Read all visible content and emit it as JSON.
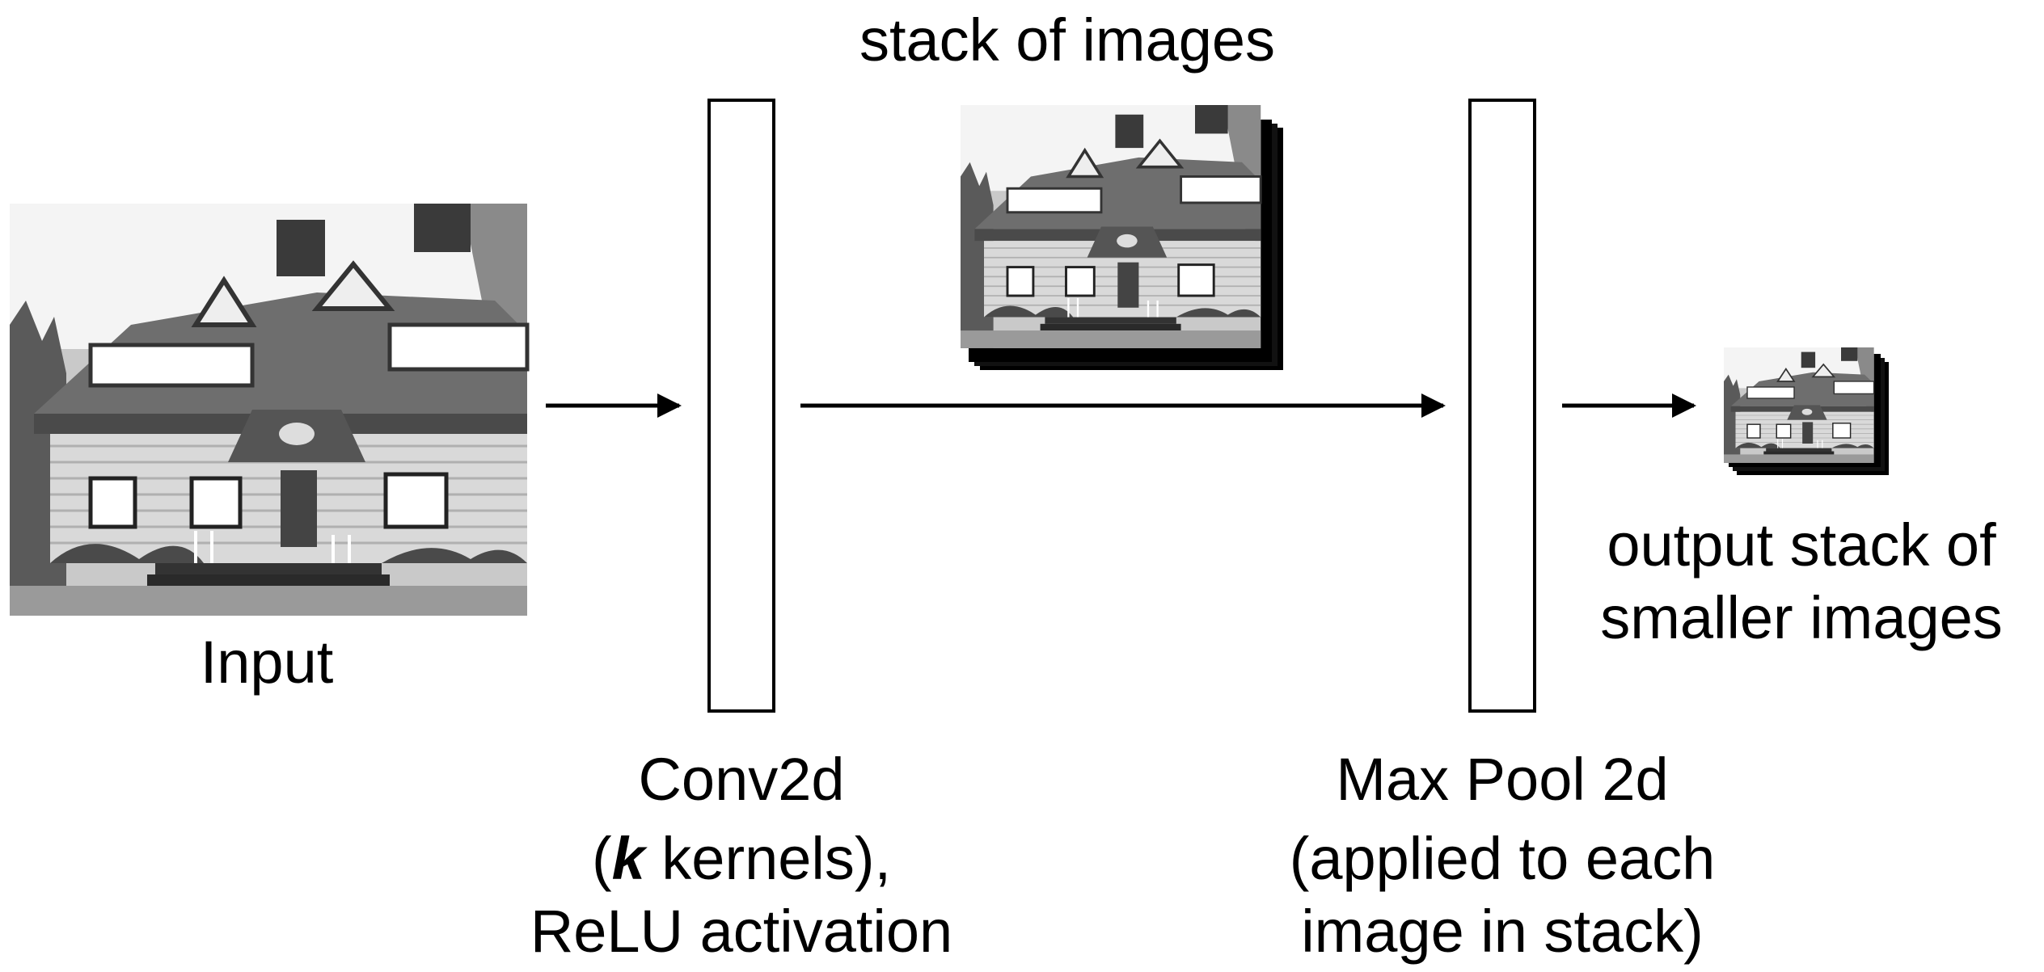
{
  "labels": {
    "stack_title": "stack of images",
    "input": "Input",
    "conv_line1": "Conv2d",
    "conv_line2_open": "(",
    "conv_line2_k": "k",
    "conv_line2_rest": " kernels),",
    "conv_line3": "ReLU activation",
    "pool_line1": "Max Pool 2d",
    "pool_line2": "(applied to each",
    "pool_line3": "image in stack)",
    "output_line1": "output stack of",
    "output_line2": "smaller images"
  },
  "colors": {
    "stroke": "#000000",
    "background": "#ffffff"
  },
  "icons": {
    "input_image": "house-photo-icon",
    "stack_image": "house-photo-stack-icon",
    "output_image": "small-house-photo-stack-icon"
  }
}
